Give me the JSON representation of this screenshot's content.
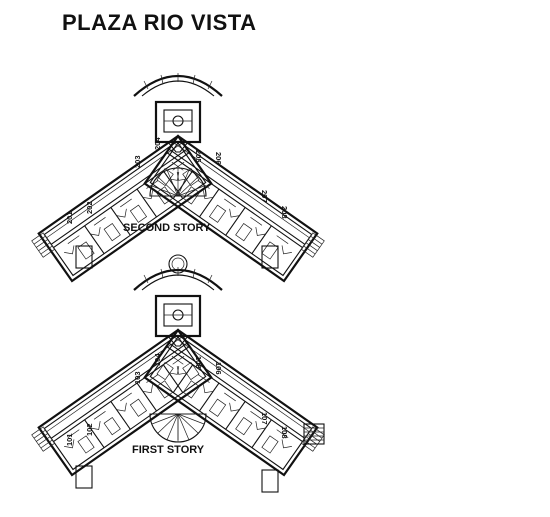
{
  "title": "PLAZA RIO VISTA",
  "floors": {
    "second": {
      "label": "SECOND STORY",
      "units": [
        "201",
        "202",
        "203",
        "204",
        "205",
        "206",
        "207",
        "208"
      ]
    },
    "first": {
      "label": "FIRST STORY",
      "units": [
        "101",
        "102",
        "103",
        "104",
        "105",
        "106",
        "107",
        "108"
      ]
    }
  }
}
